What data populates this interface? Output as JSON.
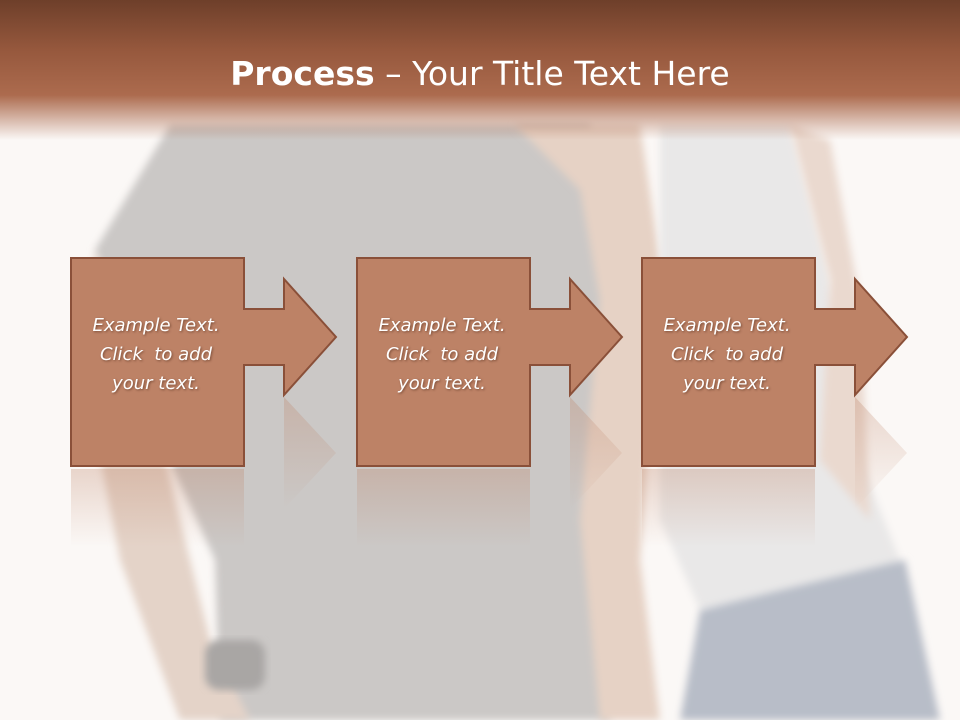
{
  "title": {
    "bold": "Process",
    "rest": " – Your Title Text Here"
  },
  "steps": [
    {
      "line1": "Example Text.",
      "line2": "Click  to add",
      "line3": "your text."
    },
    {
      "line1": "Example Text.",
      "line2": "Click  to add",
      "line3": "your text."
    },
    {
      "line1": "Example Text.",
      "line2": "Click  to add",
      "line3": "your text."
    }
  ],
  "colors": {
    "header": "#96583d",
    "box_fill": "#bd8266",
    "box_stroke": "#8a5039",
    "text": "#ffffff"
  }
}
